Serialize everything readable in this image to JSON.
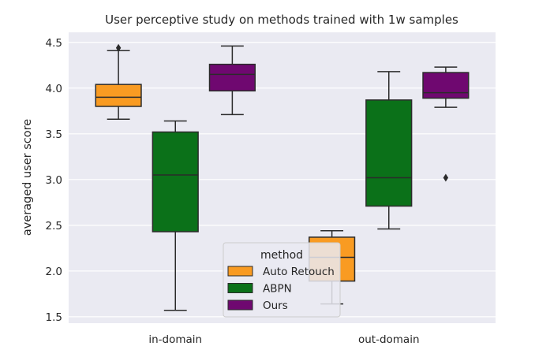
{
  "chart_data": {
    "type": "boxplot",
    "title": "User perceptive study on methods trained with 1w samples",
    "xlabel": "",
    "ylabel": "averaged user score",
    "ylim": [
      1.43,
      4.61
    ],
    "yticks": [
      "1.5",
      "2.0",
      "2.5",
      "3.0",
      "3.5",
      "4.0",
      "4.5"
    ],
    "categories": [
      "in-domain",
      "out-domain"
    ],
    "grid": true,
    "background": "#eaeaf2",
    "legend": {
      "title": "method",
      "placement": "lower-center"
    },
    "series": [
      {
        "name": "Auto Retouch",
        "color": "#f99b22",
        "boxes": [
          {
            "category": "in-domain",
            "whisker_low": 3.66,
            "q1": 3.8,
            "median": 3.9,
            "q3": 4.04,
            "whisker_high": 4.41,
            "outliers": [
              4.44
            ]
          },
          {
            "category": "out-domain",
            "whisker_low": 1.64,
            "q1": 1.89,
            "median": 2.15,
            "q3": 2.37,
            "whisker_high": 2.44,
            "outliers": []
          }
        ]
      },
      {
        "name": "ABPN",
        "color": "#0b7119",
        "boxes": [
          {
            "category": "in-domain",
            "whisker_low": 1.57,
            "q1": 2.43,
            "median": 3.05,
            "q3": 3.52,
            "whisker_high": 3.64,
            "outliers": []
          },
          {
            "category": "out-domain",
            "whisker_low": 2.46,
            "q1": 2.71,
            "median": 3.02,
            "q3": 3.87,
            "whisker_high": 4.18,
            "outliers": []
          }
        ]
      },
      {
        "name": "Ours",
        "color": "#6f0870",
        "boxes": [
          {
            "category": "in-domain",
            "whisker_low": 3.71,
            "q1": 3.97,
            "median": 4.15,
            "q3": 4.26,
            "whisker_high": 4.46,
            "outliers": []
          },
          {
            "category": "out-domain",
            "whisker_low": 3.79,
            "q1": 3.89,
            "median": 3.95,
            "q3": 4.17,
            "whisker_high": 4.23,
            "outliers": [
              3.02
            ]
          }
        ]
      }
    ]
  }
}
